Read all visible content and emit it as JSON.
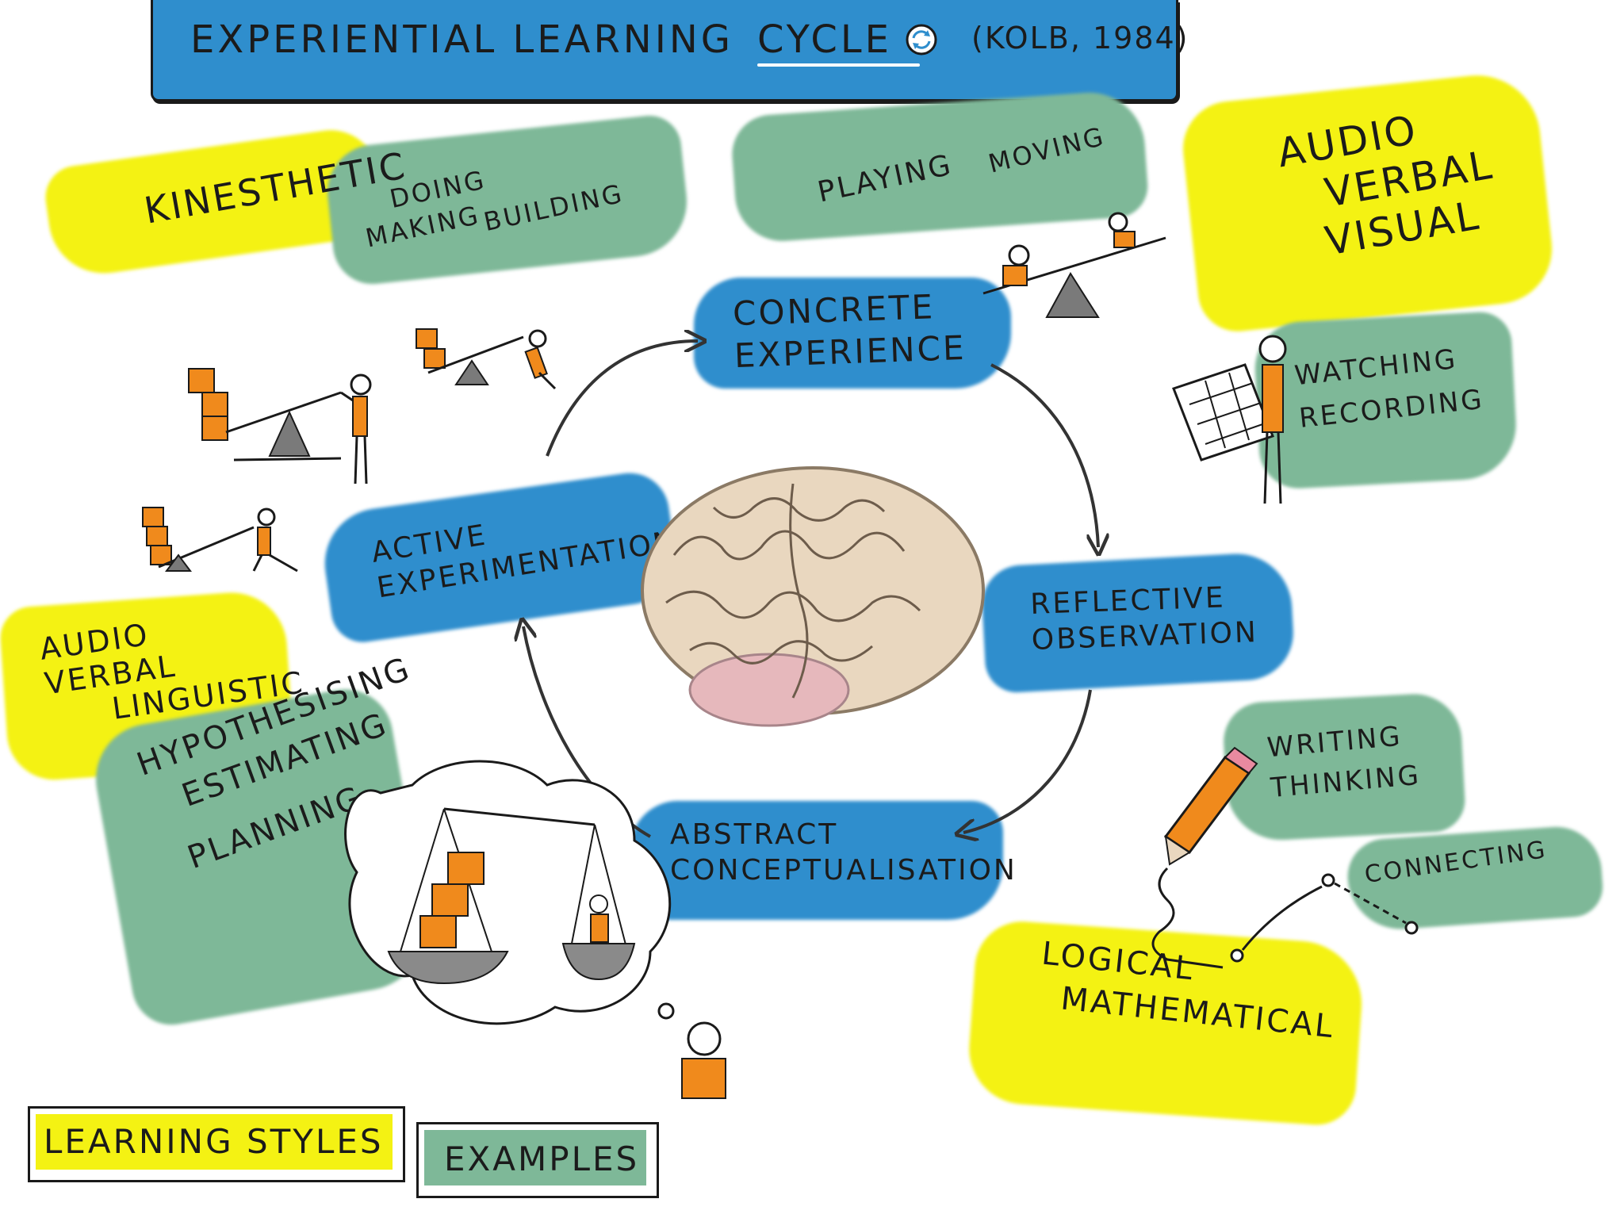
{
  "title": {
    "main": "EXPERIENTIAL LEARNING",
    "cycle_word": "CYCLE",
    "citation": "(KOLB, 1984)"
  },
  "cycle_stages": {
    "concrete": [
      "CONCRETE",
      "EXPERIENCE"
    ],
    "reflective": [
      "REFLECTIVE",
      "OBSERVATION"
    ],
    "abstract": [
      "ABSTRACT",
      "CONCEPTUALISATION"
    ],
    "active": [
      "ACTIVE",
      "EXPERIMENTATION"
    ]
  },
  "learning_styles": {
    "kinesthetic": "KINESTHETIC",
    "audio_verbal_visual": [
      "AUDIO",
      "VERBAL",
      "VISUAL"
    ],
    "audio_verbal_linguistic": [
      "AUDIO",
      "VERBAL",
      "LINGUISTIC"
    ],
    "logical_mathematical": [
      "LOGICAL",
      "MATHEMATICAL"
    ]
  },
  "examples": {
    "doing_group": [
      "DOING",
      "MAKING",
      "BUILDING"
    ],
    "playing_group": [
      "PLAYING",
      "MOVING"
    ],
    "watching_group": [
      "WATCHING",
      "RECORDING"
    ],
    "hypothesising_group": [
      "HYPOTHESISING",
      "ESTIMATING",
      "PLANNING"
    ],
    "writing_group": [
      "WRITING",
      "THINKING"
    ],
    "connecting": "CONNECTING"
  },
  "legend": {
    "styles": "LEARNING STYLES",
    "examples": "EXAMPLES"
  },
  "colors": {
    "blue": "#2f8ecd",
    "yellow": "#f4f213",
    "green": "#7eb898",
    "orange": "#f08a1c"
  }
}
